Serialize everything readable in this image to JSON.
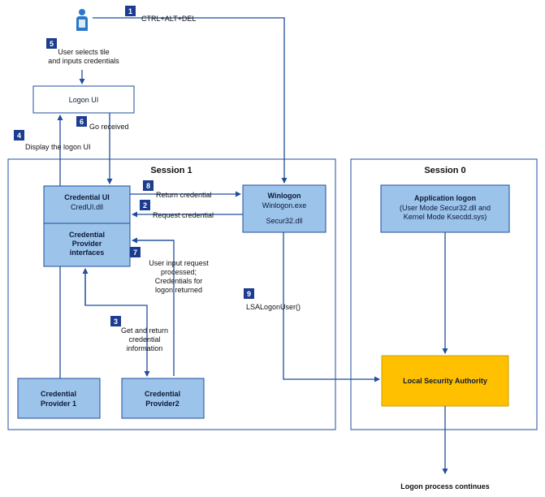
{
  "steps": {
    "s1": "1",
    "s2": "2",
    "s3": "3",
    "s4": "4",
    "s5": "5",
    "s6": "6",
    "s7": "7",
    "s8": "8",
    "s9": "9"
  },
  "labels": {
    "ctrl_alt_del": "CTRL+ALT+DEL",
    "user_selects_1": "User selects tile",
    "user_selects_2": "and inputs credentials",
    "display_logon_ui": "Display the logon UI",
    "go_received": "Go received",
    "return_credential": "Return credential",
    "request_credential": "Request credential",
    "user_input_1": "User input request",
    "user_input_2": "processed;",
    "user_input_3": "Credentials for",
    "user_input_4": "logon returned",
    "get_return_1": "Get and return",
    "get_return_2": "credential",
    "get_return_3": "information",
    "lsa_logon_user": "LSALogonUser()",
    "logon_continues": "Logon process continues"
  },
  "sessions": {
    "session1": "Session 1",
    "session0": "Session 0"
  },
  "boxes": {
    "logon_ui": "Logon UI",
    "credential_ui_title": "Credential UI",
    "credential_ui_dll": "CredUI.dll",
    "cp_interfaces_1": "Credential",
    "cp_interfaces_2": "Provider",
    "cp_interfaces_3": "interfaces",
    "winlogon_title": "Winlogon",
    "winlogon_exe": "Winlogon.exe",
    "secur32": "Secur32.dll",
    "app_logon_title": "Application logon",
    "app_logon_1": "(User Mode Secur32.dll and",
    "app_logon_2": "Kernel Mode Ksecdd.sys)",
    "cp1_1": "Credential",
    "cp1_2": "Provider 1",
    "cp2_1": "Credential",
    "cp2_2": "Provider2",
    "lsa": "Local Security Authority"
  },
  "colors": {
    "line": "#1f4e9c",
    "box_blue": "#9cc3ea",
    "box_border": "#1f4e9c",
    "badge": "#1c3d8f",
    "lsa_fill": "#ffc000",
    "lsa_border": "#c9a100",
    "session_border": "#1f4e9c"
  },
  "icons": {
    "user": "user-icon"
  }
}
